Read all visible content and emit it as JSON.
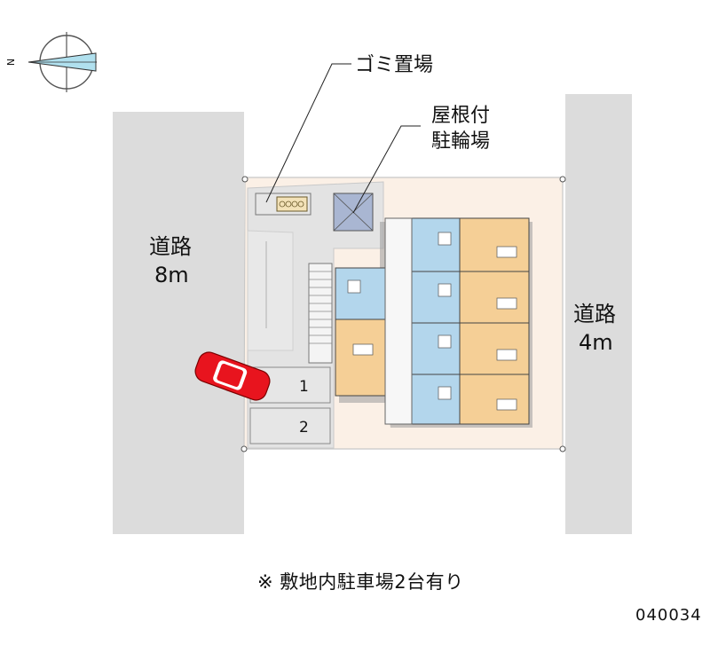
{
  "compass": {
    "north_label": "N",
    "icon": "compass-icon"
  },
  "labels": {
    "garbage": "ゴミ置場",
    "bike_line1": "屋根付",
    "bike_line2": "駐輪場",
    "road_left_name": "道路",
    "road_left_width": "8m",
    "road_right_name": "道路",
    "road_right_width": "4m",
    "parking_1": "1",
    "parking_2": "2"
  },
  "note": "※ 敷地内駐車場2台有り",
  "code": "040034",
  "colors": {
    "road": "#dcdcdc",
    "site": "#fbf0e6",
    "room_orange": "#f5cf96",
    "room_blue": "#b3d6ec",
    "car": "#e8141e",
    "bike_shelter": "#a9b6d2"
  }
}
